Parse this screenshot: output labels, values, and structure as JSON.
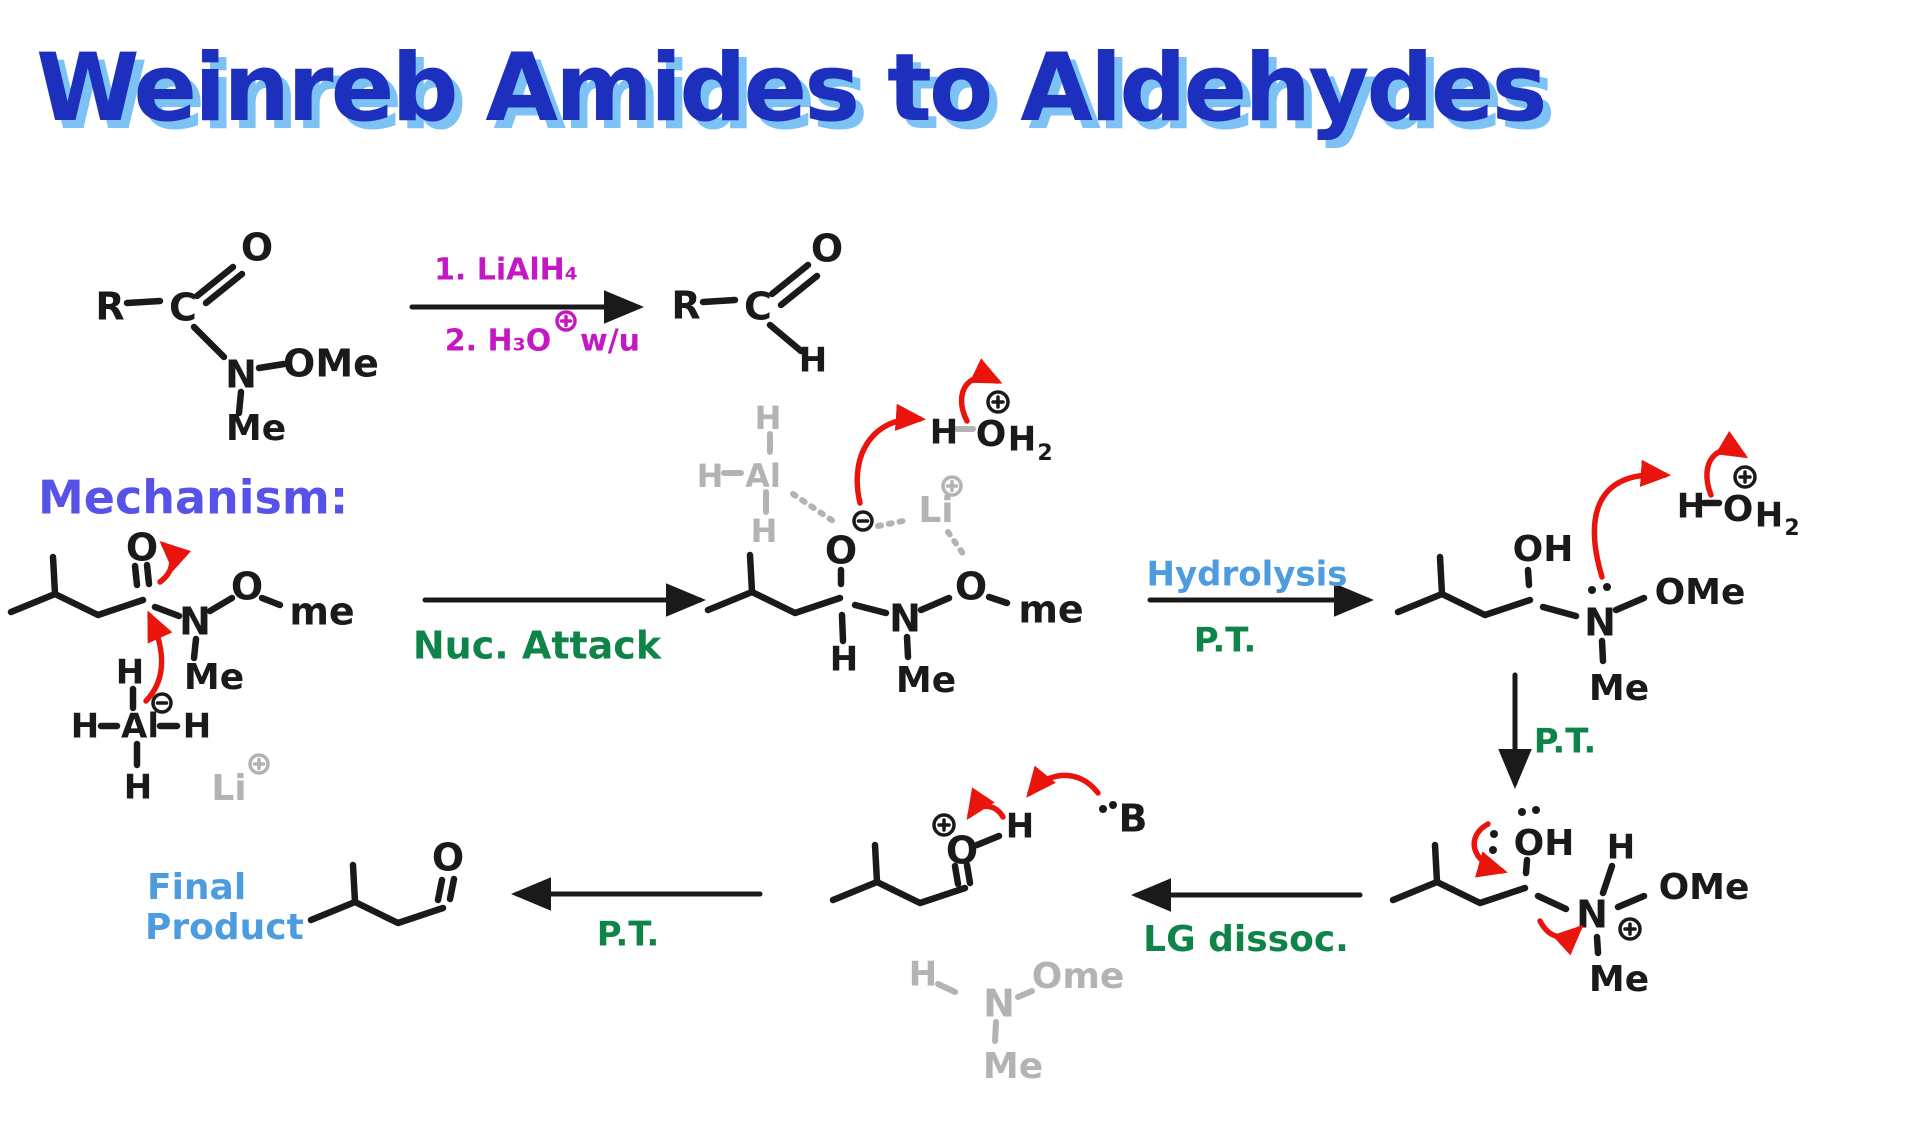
{
  "title": "Weinreb Amides to Aldehydes",
  "heading": "Mechanism:",
  "conditions": {
    "step1": "1. LiAlH₄",
    "step2": "2. H₃O",
    "workup": "w/u"
  },
  "labels": {
    "nuc": "Nuc. Attack",
    "hydro": "Hydrolysis",
    "pt": "P.T.",
    "lg": "LG dissoc.",
    "final1": "Final",
    "final2": "Product"
  },
  "atoms": {
    "R": "R",
    "C": "C",
    "O": "O",
    "N": "N",
    "H": "H",
    "Al": "Al",
    "Li": "Li",
    "B": "B",
    "Me": "Me",
    "me": "me",
    "OMe": "OMe",
    "Ome": "Ome",
    "OH": "OH",
    "sub2": "2"
  },
  "colors": {
    "ink": "#1a1a1a",
    "red": "#e9150d",
    "gray": "#b3b3b3",
    "green": "#0f8448",
    "light_blue": "#4d9cdf",
    "indigo": "#5752e8",
    "magenta": "#c418c4",
    "title_blue": "#1d2fbd",
    "title_shadow": "#7cc2f4"
  }
}
